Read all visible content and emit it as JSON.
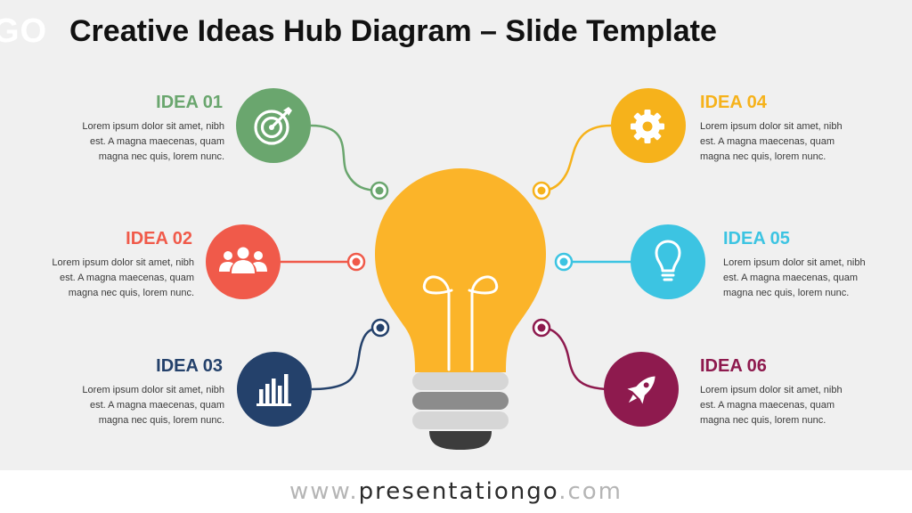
{
  "title": "Creative Ideas Hub Diagram – Slide Template",
  "logo_text": "GO",
  "footer": {
    "prefix": "www.",
    "brand": "presentationgo",
    "suffix": ".com"
  },
  "colors": {
    "idea1": "#6aa66e",
    "idea2": "#f05a4a",
    "idea3": "#24416b",
    "idea4": "#f6b21b",
    "idea5": "#3cc4e2",
    "idea6": "#8e1a4e",
    "bulb": "#fbb429",
    "base_light": "#d6d6d6",
    "base_mid": "#8c8c8c",
    "base_dark": "#3c3c3c"
  },
  "ideas": [
    {
      "title": "IDEA 01",
      "text": "Lorem ipsum dolor sit amet, nibh est. A magna maecenas, quam magna nec quis, lorem nunc.",
      "icon": "target-icon"
    },
    {
      "title": "IDEA 02",
      "text": "Lorem ipsum dolor sit amet, nibh est. A magna maecenas, quam magna nec quis, lorem nunc.",
      "icon": "team-icon"
    },
    {
      "title": "IDEA 03",
      "text": "Lorem ipsum dolor sit amet, nibh est. A magna maecenas, quam magna nec quis, lorem nunc.",
      "icon": "bar-chart-icon"
    },
    {
      "title": "IDEA 04",
      "text": "Lorem ipsum dolor sit amet, nibh est. A magna maecenas, quam magna nec quis, lorem nunc.",
      "icon": "gear-icon"
    },
    {
      "title": "IDEA 05",
      "text": "Lorem ipsum dolor sit amet, nibh est. A magna maecenas, quam magna nec quis, lorem nunc.",
      "icon": "lightbulb-icon"
    },
    {
      "title": "IDEA 06",
      "text": "Lorem ipsum dolor sit amet, nibh est. A magna maecenas, quam magna nec quis, lorem nunc.",
      "icon": "rocket-icon"
    }
  ]
}
